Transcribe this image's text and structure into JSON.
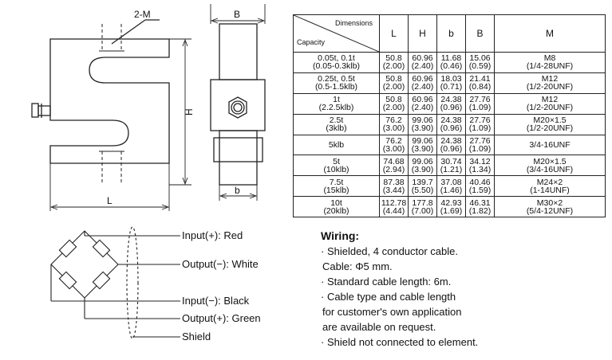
{
  "drawing": {
    "label_2m": "2-M",
    "label_b_upper": "B",
    "label_b_lower": "b",
    "label_h": "H",
    "label_l": "L"
  },
  "table": {
    "header_dimensions": "Dimensions",
    "header_capacity": "Capacity",
    "columns": [
      "L",
      "H",
      "b",
      "B",
      "M"
    ],
    "rows": [
      {
        "cap": [
          "0.05t, 0.1t",
          "(0.05-0.3klb)"
        ],
        "L": [
          "50.8",
          "(2.00)"
        ],
        "H": [
          "60.96",
          "(2.40)"
        ],
        "b": [
          "11.68",
          "(0.46)"
        ],
        "B": [
          "15.06",
          "(0.59)"
        ],
        "M": [
          "M8",
          "(1/4-28UNF)"
        ]
      },
      {
        "cap": [
          "0.25t, 0.5t",
          "(0.5-1.5klb)"
        ],
        "L": [
          "50.8",
          "(2.00)"
        ],
        "H": [
          "60.96",
          "(2.40)"
        ],
        "b": [
          "18.03",
          "(0.71)"
        ],
        "B": [
          "21.41",
          "(0.84)"
        ],
        "M": [
          "M12",
          "(1/2-20UNF)"
        ]
      },
      {
        "cap": [
          "1t",
          "(2.2.5klb)"
        ],
        "L": [
          "50.8",
          "(2.00)"
        ],
        "H": [
          "60.96",
          "(2.40)"
        ],
        "b": [
          "24.38",
          "(0.96)"
        ],
        "B": [
          "27.76",
          "(1.09)"
        ],
        "M": [
          "M12",
          "(1/2-20UNF)"
        ]
      },
      {
        "cap": [
          "2.5t",
          "(3klb)"
        ],
        "L": [
          "76.2",
          "(3.00)"
        ],
        "H": [
          "99.06",
          "(3.90)"
        ],
        "b": [
          "24.38",
          "(0.96)"
        ],
        "B": [
          "27.76",
          "(1.09)"
        ],
        "M": [
          "M20×1.5",
          "(1/2-20UNF)"
        ]
      },
      {
        "cap": [
          "5klb",
          ""
        ],
        "L": [
          "76.2",
          "(3.00)"
        ],
        "H": [
          "99.06",
          "(3.90)"
        ],
        "b": [
          "24.38",
          "(0.96)"
        ],
        "B": [
          "27.76",
          "(1.09)"
        ],
        "M": [
          "3/4-16UNF",
          ""
        ]
      },
      {
        "cap": [
          "5t",
          "(10klb)"
        ],
        "L": [
          "74.68",
          "(2.94)"
        ],
        "H": [
          "99.06",
          "(3.90)"
        ],
        "b": [
          "30.74",
          "(1.21)"
        ],
        "B": [
          "34.12",
          "(1.34)"
        ],
        "M": [
          "M20×1.5",
          "(3/4-16UNF)"
        ]
      },
      {
        "cap": [
          "7.5t",
          "(15klb)"
        ],
        "L": [
          "87.38",
          "(3.44)"
        ],
        "H": [
          "139.7",
          "(5.50)"
        ],
        "b": [
          "37.08",
          "(1.46)"
        ],
        "B": [
          "40.46",
          "(1.59)"
        ],
        "M": [
          "M24×2",
          "(1-14UNF)"
        ]
      },
      {
        "cap": [
          "10t",
          "(20klb)"
        ],
        "L": [
          "112.78",
          "(4.44)"
        ],
        "H": [
          "177.8",
          "(7.00)"
        ],
        "b": [
          "42.93",
          "(1.69)"
        ],
        "B": [
          "46.31",
          "(1.82)"
        ],
        "M": [
          "M30×2",
          "(5/4-12UNF)"
        ]
      }
    ]
  },
  "wiring": {
    "input_pos": "Input(+): Red",
    "output_neg": "Output(−): White",
    "input_neg": "Input(−): Black",
    "output_pos": "Output(+): Green",
    "shield": "Shield"
  },
  "notes": {
    "title": "Wiring:",
    "lines": [
      "· Shielded, 4 conductor cable.",
      "  Cable: Φ5 mm.",
      "· Standard cable length: 6m.",
      "· Cable type and cable length",
      "  for customer's own application",
      "  are available on request.",
      "· Shield not connected to element."
    ]
  }
}
